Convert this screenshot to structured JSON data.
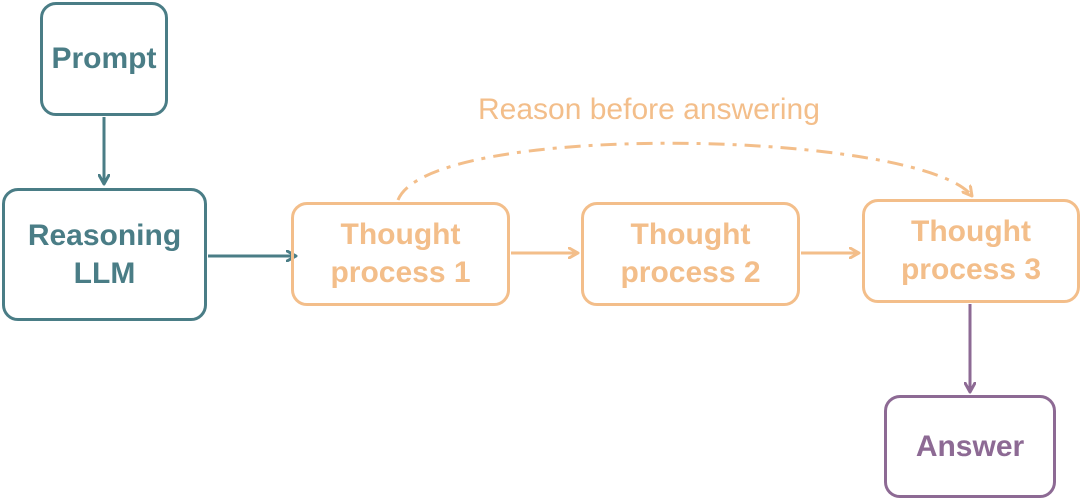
{
  "nodes": {
    "prompt": "Prompt",
    "llm": [
      "Reasoning",
      "LLM"
    ],
    "t1": [
      "Thought",
      "process 1"
    ],
    "t2": [
      "Thought",
      "process 2"
    ],
    "t3": [
      "Thought",
      "process 3"
    ],
    "answer": "Answer"
  },
  "caption": "Reason before answering",
  "colors": {
    "teal": "#4a7d86",
    "orange": "#f3be8a",
    "purple": "#8d6a94"
  }
}
